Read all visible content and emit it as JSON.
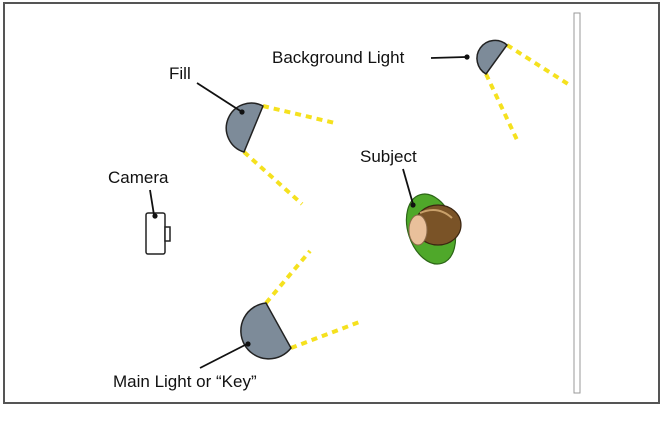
{
  "diagram": {
    "labels": {
      "background_light": "Background Light",
      "fill": "Fill",
      "camera": "Camera",
      "subject": "Subject",
      "main_light": "Main Light or “Key”"
    },
    "colors": {
      "frame": "#555555",
      "lamp": "#7d8b99",
      "beam": "#f5e11e",
      "subject_body": "#4fa82a",
      "hair": "#7a5327",
      "skin": "#e9c09b"
    }
  }
}
